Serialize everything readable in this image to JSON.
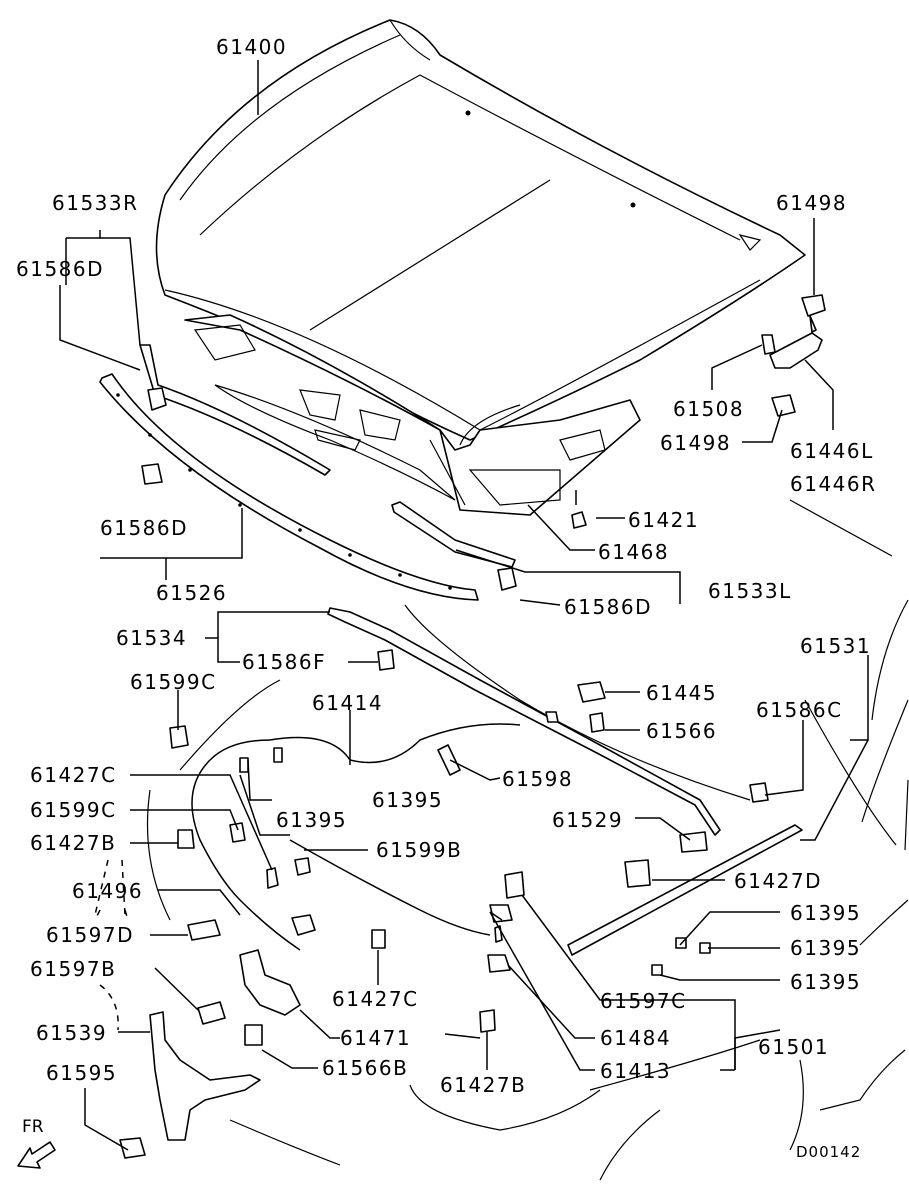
{
  "diagram": {
    "code": "D00142",
    "direction": "FR",
    "part_numbers": [
      "61400",
      "61533R",
      "61586D",
      "61498",
      "61508",
      "61498",
      "61446L",
      "61446R",
      "61421",
      "61468",
      "61586D",
      "61526",
      "61533L",
      "61586D",
      "61534",
      "61586F",
      "61599C",
      "61414",
      "61445",
      "61566",
      "61531",
      "61586C",
      "61427C",
      "61598",
      "61395",
      "61599C",
      "61395",
      "61427B",
      "61529",
      "61599B",
      "61496",
      "61427D",
      "61597D",
      "61395",
      "61395",
      "61597B",
      "61427C",
      "61395",
      "61597C",
      "61539",
      "61471",
      "61484",
      "61501",
      "61595",
      "61566B",
      "61427B",
      "61413"
    ]
  }
}
